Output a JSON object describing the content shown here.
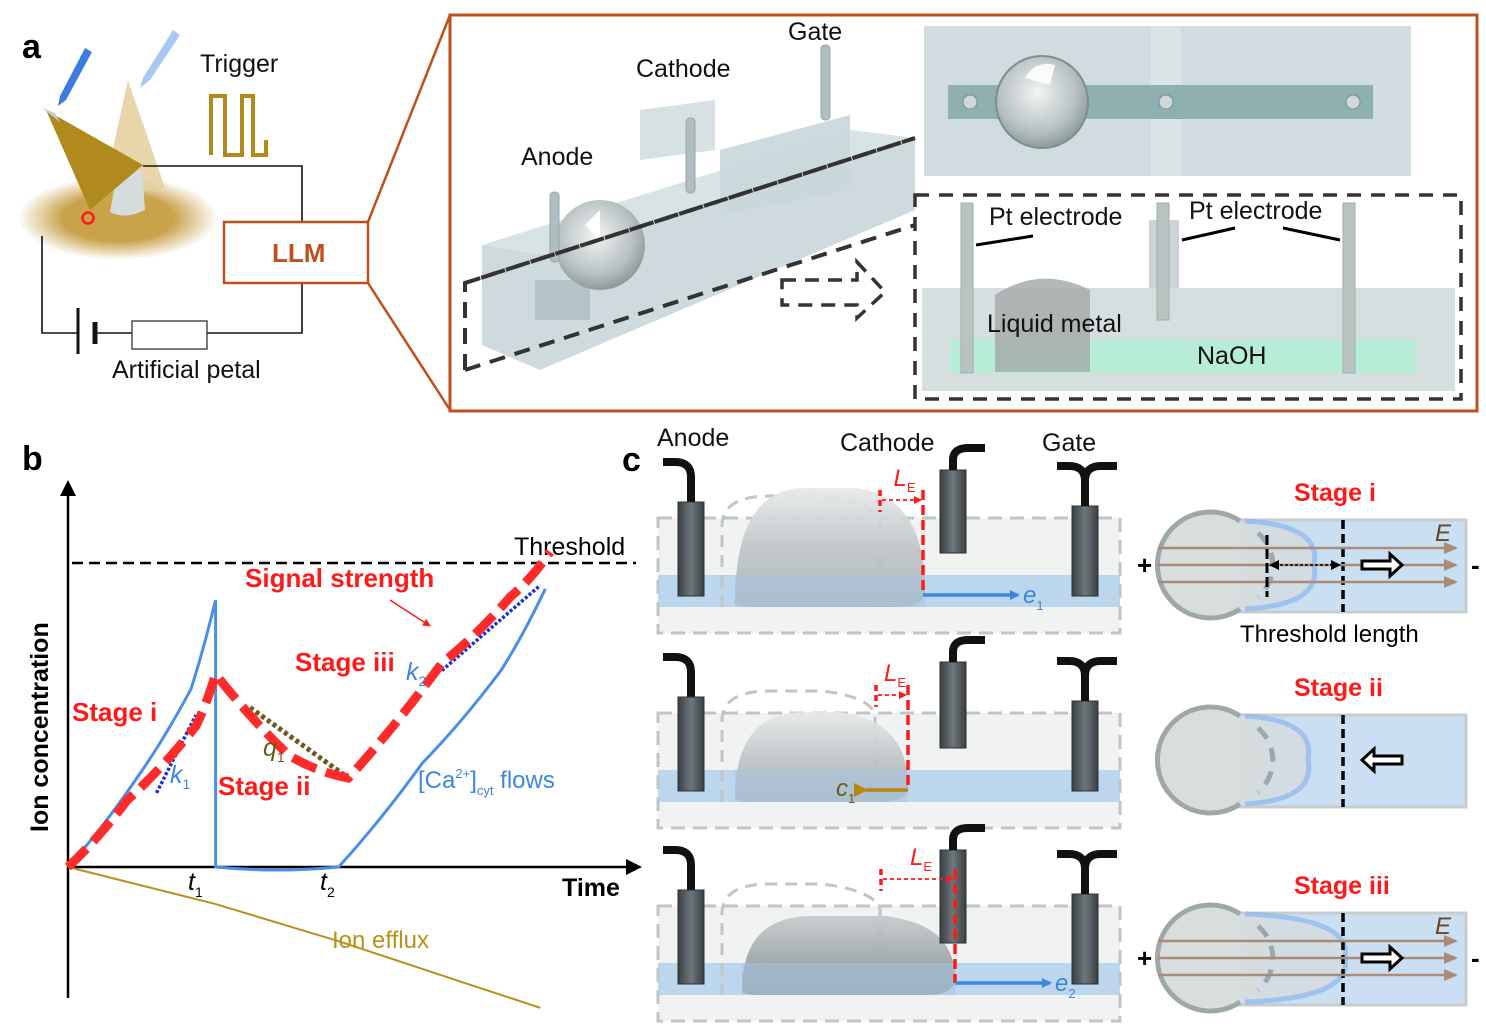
{
  "figure": {
    "panel_a": {
      "letter": "a",
      "trigger_label": "Trigger",
      "llm_label": "LLM",
      "petal_label": "Artificial petal",
      "device_labels": {
        "anode": "Anode",
        "cathode": "Cathode",
        "gate": "Gate"
      },
      "side_view_labels": {
        "pt_electrode_left": "Pt electrode",
        "pt_electrode_right": "Pt electrode",
        "liquid_metal": "Liquid metal",
        "naoh": "NaOH"
      },
      "colors": {
        "frame": "#c0501a",
        "petal": "#b8901a",
        "naoh": "#b7ecd6"
      }
    },
    "panel_b": {
      "letter": "b",
      "ylabel": "Ion concentration",
      "xlabel": "Time",
      "threshold_label": "Threshold",
      "signal_label": "Signal strength",
      "stage_i": "Stage i",
      "stage_ii": "Stage ii",
      "stage_iii": "Stage iii",
      "k1": "k",
      "k1_sub": "1",
      "k2": "k",
      "k2_sub": "2",
      "q1": "q",
      "q1_sub": "1",
      "t1": "t",
      "t1_sub": "1",
      "t2": "t",
      "t2_sub": "2",
      "ca_label_pre": "[Ca",
      "ca_sup": "2+",
      "ca_close": "]",
      "ca_sub": "cyt",
      "ca_post": " flows",
      "efflux_label": "Ion efflux",
      "colors": {
        "signal": "#ff2a2a",
        "flow": "#4a8ee8",
        "efflux": "#b8901a",
        "fit": "#1a2fd6",
        "q_fit": "#6b5a1a"
      }
    },
    "panel_c": {
      "letter": "c",
      "electrode_labels": {
        "anode": "Anode",
        "cathode": "Cathode",
        "gate": "Gate"
      },
      "rows": [
        {
          "le_main": "L",
          "le_sub": "E",
          "vec_main": "e",
          "vec_sub": "1",
          "stage": "Stage i",
          "extra_label": "Threshold length",
          "plus": "+",
          "minus": "-",
          "field": "E"
        },
        {
          "le_main": "L",
          "le_sub": "E",
          "vec_main": "c",
          "vec_sub": "1",
          "stage": "Stage ii",
          "extra_label": "",
          "plus": "",
          "minus": "",
          "field": ""
        },
        {
          "le_main": "L",
          "le_sub": "E",
          "vec_main": "e",
          "vec_sub": "2",
          "stage": "Stage iii",
          "extra_label": "",
          "plus": "+",
          "minus": "-",
          "field": "E"
        }
      ]
    }
  },
  "chart_data": {
    "type": "line",
    "title": "",
    "xlabel": "Time",
    "ylabel": "Ion concentration",
    "x_ticks": [
      "t1",
      "t2"
    ],
    "threshold": {
      "label": "Threshold",
      "y": 0.82
    },
    "series": [
      {
        "name": "Signal strength",
        "style": "dashed-red",
        "points": [
          [
            0,
            0
          ],
          [
            0.12,
            0.18
          ],
          [
            0.26,
            0.38
          ],
          [
            0.3,
            0.52
          ],
          [
            0.45,
            0.3
          ],
          [
            0.57,
            0.24
          ],
          [
            0.76,
            0.55
          ],
          [
            0.9,
            0.73
          ],
          [
            0.98,
            0.85
          ]
        ]
      },
      {
        "name": "[Ca2+]cyt flows",
        "style": "solid-blue",
        "points": [
          [
            0,
            0
          ],
          [
            0.14,
            0.24
          ],
          [
            0.25,
            0.48
          ],
          [
            0.3,
            0.72
          ],
          [
            0.3,
            0
          ],
          [
            0.55,
            0
          ],
          [
            0.72,
            0.28
          ],
          [
            0.88,
            0.53
          ],
          [
            0.97,
            0.75
          ]
        ]
      },
      {
        "name": "Ion efflux",
        "style": "solid-gold",
        "points": [
          [
            0,
            0
          ],
          [
            0.3,
            -0.1
          ],
          [
            0.55,
            -0.2
          ],
          [
            0.8,
            -0.31
          ],
          [
            0.96,
            -0.38
          ]
        ]
      },
      {
        "name": "k1 fit",
        "style": "dotted-blue",
        "points": [
          [
            0.18,
            0.2
          ],
          [
            0.26,
            0.41
          ]
        ]
      },
      {
        "name": "k2 fit",
        "style": "dotted-blue",
        "points": [
          [
            0.76,
            0.53
          ],
          [
            0.96,
            0.76
          ]
        ]
      },
      {
        "name": "q1 fit",
        "style": "dotted-olive",
        "points": [
          [
            0.37,
            0.43
          ],
          [
            0.57,
            0.24
          ]
        ]
      }
    ],
    "annotations": [
      "Stage i",
      "Stage ii",
      "Stage iii",
      "Signal strength",
      "k1",
      "k2",
      "q1",
      "Ion efflux",
      "[Ca2+]cyt flows"
    ],
    "xlim": [
      0,
      1.1
    ],
    "ylim": [
      -0.42,
      1.0
    ],
    "grid": false
  }
}
